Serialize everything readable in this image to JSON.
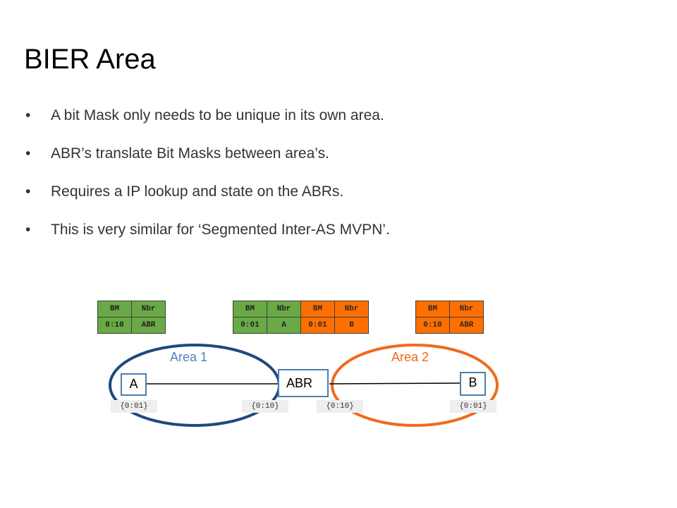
{
  "slide": {
    "title": "BIER Area",
    "bullets": [
      "A bit Mask only needs to be unique in its own area.",
      "ABR’s translate Bit Masks between area’s.",
      "Requires a IP lookup and state on the ABRs.",
      "This is very similar for ‘Segmented Inter-AS MVPN’."
    ],
    "bullet_glyph": "•"
  },
  "diagram": {
    "areas": [
      {
        "label": "Area 1",
        "color": "#1f497d"
      },
      {
        "label": "Area 2",
        "color": "#ee6b1c"
      }
    ],
    "nodes": {
      "a": "A",
      "abr": "ABR",
      "b": "B"
    },
    "tables": {
      "a": {
        "headers": [
          "BM",
          "Nbr"
        ],
        "row": [
          "0:10",
          "ABR"
        ]
      },
      "abr_area1": {
        "headers": [
          "BM",
          "Nbr"
        ],
        "row": [
          "0:01",
          "A"
        ]
      },
      "abr_area2": {
        "headers": [
          "BM",
          "Nbr"
        ],
        "row": [
          "0:01",
          "B"
        ]
      },
      "b": {
        "headers": [
          "BM",
          "Nbr"
        ],
        "row": [
          "0:10",
          "ABR"
        ]
      }
    },
    "bitmasks": {
      "a": "{0:01}",
      "abr_area1": "{0:10}",
      "abr_area2": "{0:10}",
      "b": "{0:01}"
    },
    "colors": {
      "area1_text": "#4f81bd",
      "area2_text": "#ee6b1c",
      "table_green": "#6aaa46",
      "table_orange": "#ff6f00",
      "node_border": "#4b7fb0"
    }
  }
}
